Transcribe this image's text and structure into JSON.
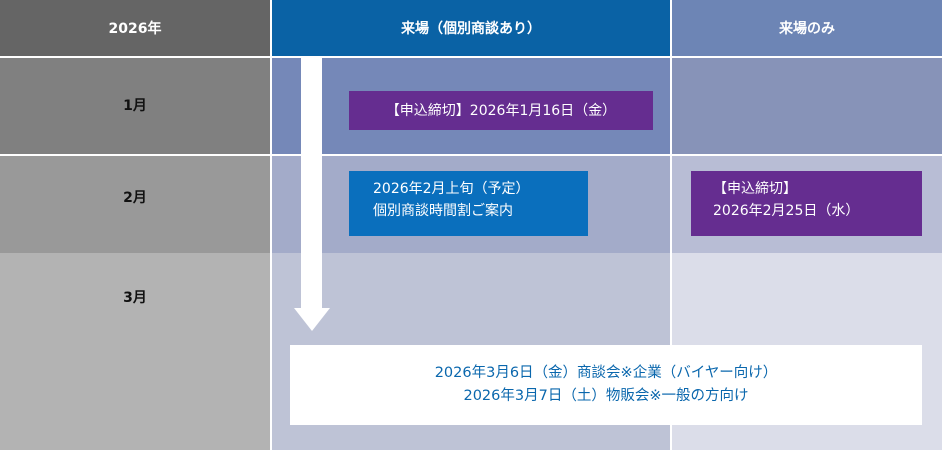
{
  "header": {
    "year": "2026年",
    "col_visit_meeting": "来場（個別商談あり）",
    "col_visit_only": "来場のみ"
  },
  "months": [
    {
      "label": "1月"
    },
    {
      "label": "2月"
    },
    {
      "label": "3月"
    }
  ],
  "events": {
    "jan_deadline": "【申込締切】2026年1月16日（金）",
    "feb_schedule": {
      "line1": "2026年2月上旬（予定）",
      "line2": "個別商談時間割ご案内"
    },
    "feb_deadline": {
      "line1": "【申込締切】",
      "line2": "2026年2月25日（水）"
    },
    "march_events": {
      "line1": "2026年3月6日（金）商談会※企業（バイヤー向け）",
      "line2": "2026年3月7日（土）物販会※一般の方向け"
    }
  },
  "colors": {
    "header_year": "#656565",
    "header_visit_meeting": "#0a62a5",
    "header_visit_only": "#6d85b5",
    "month_jan": "#808080",
    "month_feb": "#999999",
    "month_mar": "#b3b3b3",
    "vm_jan": "#7588b8",
    "vm_feb": "#a3abc9",
    "vm_mar": "#bec3d6",
    "vo_jan": "#8793b8",
    "vo_feb": "#b8bdd5",
    "vo_mar": "#dbdde9",
    "deadline_purple": "#652d90",
    "schedule_blue": "#0a6fbd",
    "event_text": "#0a67ad"
  }
}
